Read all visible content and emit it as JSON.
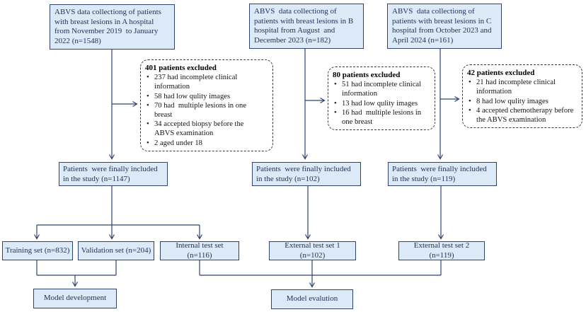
{
  "fc": {
    "sources": [
      {
        "text": "ABVS data collectiong of patients\nwith breast lesions in A hospital\nfrom November 2019  to January\n2022 (n=1548)"
      },
      {
        "text": "ABVS  data collectiong of\npatients with breast lesions in B\nhospital from August  and\nDecember 2023 (n=182)"
      },
      {
        "text": "ABVS  data collectiong of\npatients with breast lesions in C\nhospital from October 2023 and\nApril 2024 (n=161)"
      }
    ],
    "exclusions": [
      {
        "title": "401 patients excluded",
        "items": [
          "237 had incomplete clinical\ninformation",
          "58 had low qulity images",
          "70 had  multiple lesions in one\nbreast",
          "34 accepted biopsy before the\nABVS examination",
          "2 aged under 18"
        ]
      },
      {
        "title": "80 patients excluded",
        "items": [
          "51 had incomplete clinical\ninformation",
          "13 had low qulity images",
          "16 had  multiple lesions in\none breast"
        ]
      },
      {
        "title": "42 patients excluded",
        "items": [
          "21 had incomplete clinical\ninformation",
          "8 had low qulity images",
          "4 accepted chemotherapy before\nthe ABVS examination"
        ]
      }
    ],
    "included": [
      {
        "text": "Patients  were finally included\nin the study (n=1147)"
      },
      {
        "text": "Patients  were finally included\nin the study (n=102)"
      },
      {
        "text": "Patients  were finally included\nin the study (n=119)"
      }
    ],
    "sets": [
      {
        "text": "Training set (n=832)"
      },
      {
        "text": "Validation set (n=204)"
      },
      {
        "text": "Internal test set (n=116)"
      },
      {
        "text": "External test set 1 (n=102)"
      },
      {
        "text": "External test set 2 (n=119)"
      }
    ],
    "outcomes": [
      {
        "text": "Model development"
      },
      {
        "text": "Model evalution"
      }
    ],
    "colors": {
      "box_fill": "#dce9f7",
      "box_border": "#2e4470",
      "arrow": "#2e4470",
      "dashed_border": "#3a3a3a"
    }
  }
}
